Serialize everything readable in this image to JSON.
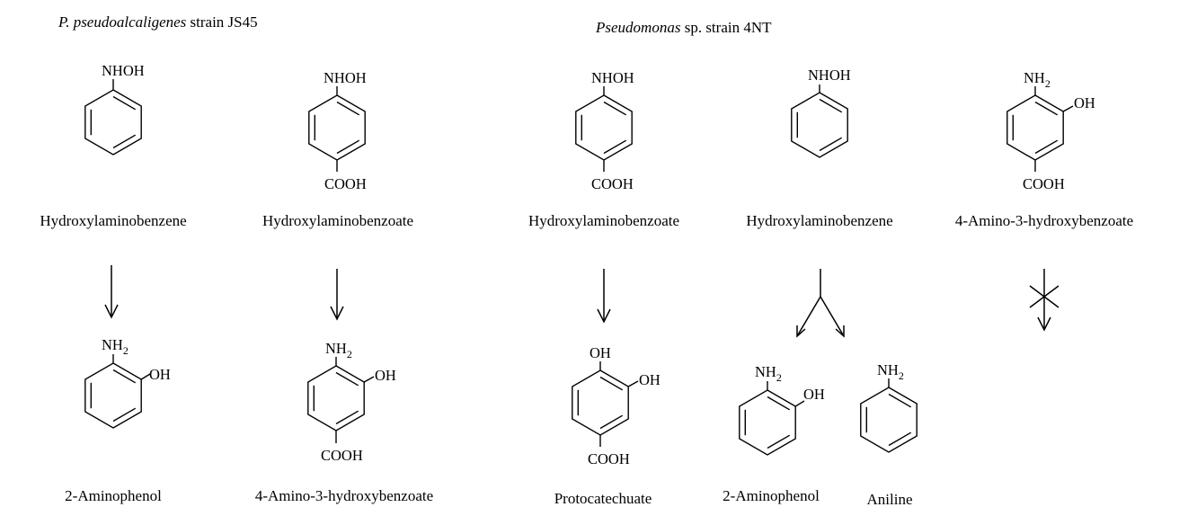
{
  "headers": {
    "left": {
      "italic": "P. pseudoalcaligenes",
      "rest": " strain JS45"
    },
    "right": {
      "italic": "Pseudomonas",
      "rest": " sp. strain 4NT"
    }
  },
  "groups": {
    "nhoh": "NHOH",
    "cooh": "COOH",
    "oh": "OH",
    "nh": "NH",
    "sub2": "2"
  },
  "substrates": [
    "Hydroxylaminobenzene",
    "Hydroxylaminobenzoate",
    "Hydroxylaminobenzoate",
    "Hydroxylaminobenzene",
    "4-Amino-3-hydroxybenzoate"
  ],
  "products": [
    "2-Aminophenol",
    "4-Amino-3-hydroxybenzoate",
    "Protocatechuate",
    "2-Aminophenol",
    "Aniline"
  ]
}
